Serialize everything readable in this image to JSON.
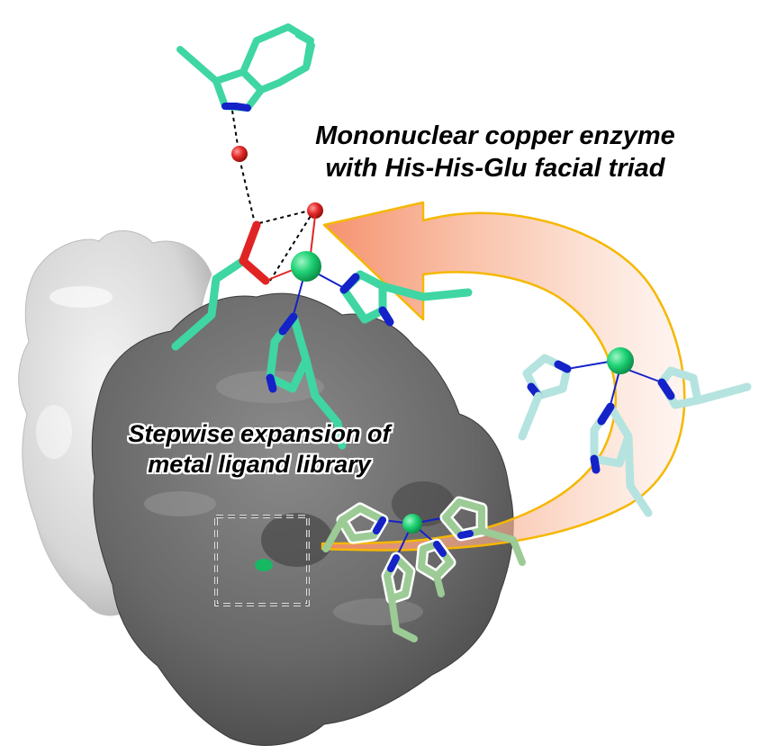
{
  "title_lines": [
    "Mononuclear copper enzyme",
    "with His-His-Glu facial triad"
  ],
  "subtitle_lines": [
    "Stepwise expansion of",
    "metal ligand library"
  ],
  "colors": {
    "surface_light": "#e6e6e6",
    "surface_dark": "#6e6e6e",
    "ligand_green": "#3fd6a3",
    "ligand_teal_light": "#b5e3e0",
    "ligand_sage": "#9ccb96",
    "nitrogen_blue": "#1422c8",
    "oxygen_red": "#e02424",
    "metal_green": "#18c86a",
    "arrow_fill": "#f6a27e",
    "arrow_outline": "#f5b800",
    "box_dash": "#ffffff"
  },
  "icons": {
    "copper_center": "copper-ion-sphere",
    "water": "water-oxygen-sphere",
    "active_site_box": "dashed-selection-box"
  }
}
